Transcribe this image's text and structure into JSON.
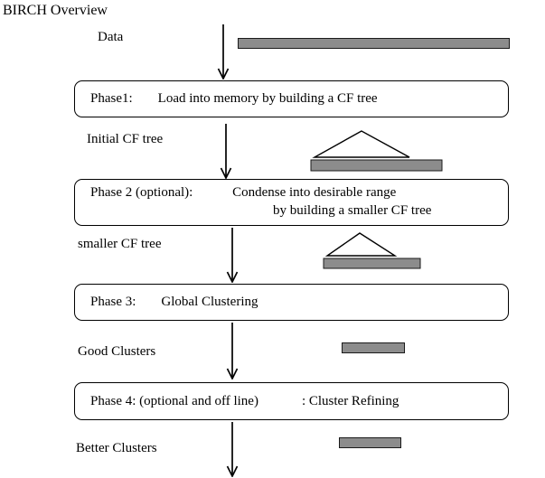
{
  "title": "BIRCH Overview",
  "colors": {
    "bar_fill": "#8c8c8c",
    "outline": "#000000",
    "box_background": "#ffffff"
  },
  "labels": {
    "data": "Data",
    "initial_cf_tree": "Initial CF tree",
    "smaller_cf_tree": "smaller CF tree",
    "good_clusters": "Good Clusters",
    "better_clusters": "Better Clusters"
  },
  "phases": [
    {
      "label": "Phase1:",
      "text": "Load into memory by building a CF tree"
    },
    {
      "label": "Phase 2 (optional):",
      "text": "Condense into desirable range",
      "text2": "by building a smaller CF tree"
    },
    {
      "label": "Phase 3:",
      "text": "Global Clustering"
    },
    {
      "label": "Phase 4: (optional and off line)",
      "text": ": Cluster Refining"
    }
  ],
  "icons": {
    "flow_arrow": "down-arrow",
    "cf_tree_large": "triangle-over-bar",
    "cf_tree_small": "triangle-over-bar",
    "data_bar": "gray-bar",
    "good_clusters_bar": "gray-bar",
    "better_clusters_bar": "gray-bar"
  }
}
